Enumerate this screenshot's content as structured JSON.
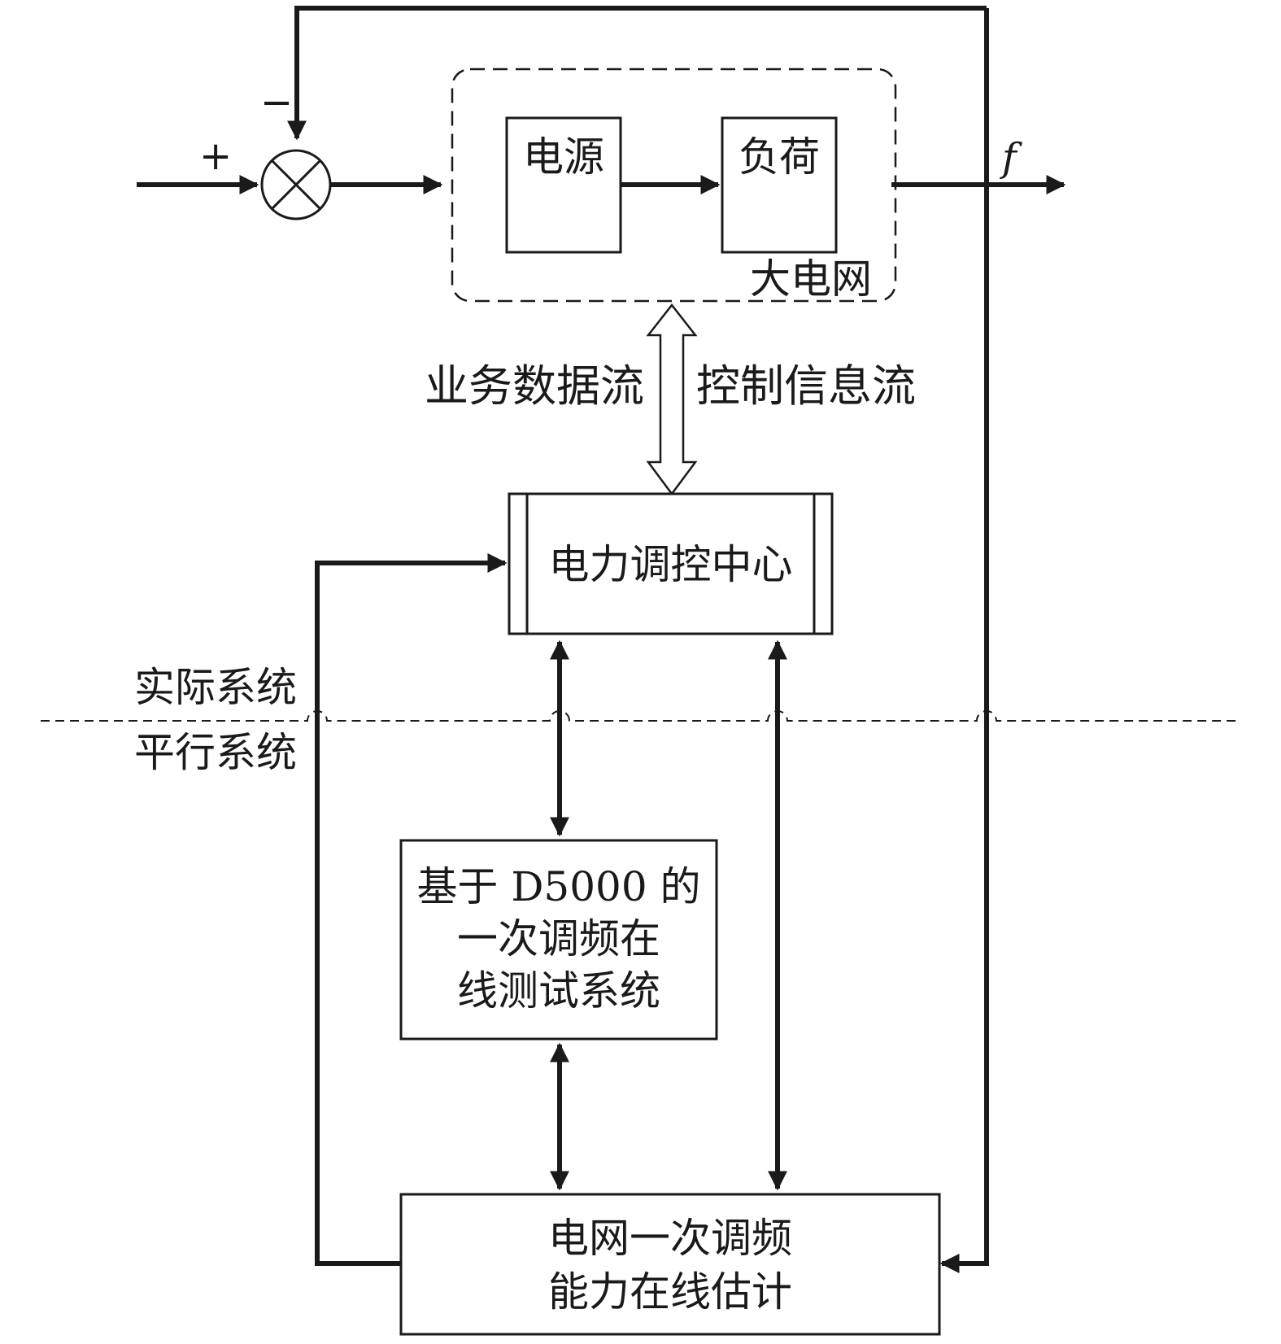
{
  "blocks": {
    "power_source": "电源",
    "load": "负荷",
    "big_grid": "大电网",
    "dispatch_center": "电力调控中心",
    "d5000_line1": "基于 D5000 的",
    "d5000_line2": "一次调频在",
    "d5000_line3": "线测试系统",
    "estimator_line1": "电网一次调频",
    "estimator_line2": "能力在线估计"
  },
  "flows": {
    "business_data": "业务数据流",
    "control_info": "控制信息流"
  },
  "regions": {
    "actual_system": "实际系统",
    "parallel_system": "平行系统"
  },
  "signals": {
    "plus": "+",
    "minus": "−",
    "output_f": "f"
  }
}
